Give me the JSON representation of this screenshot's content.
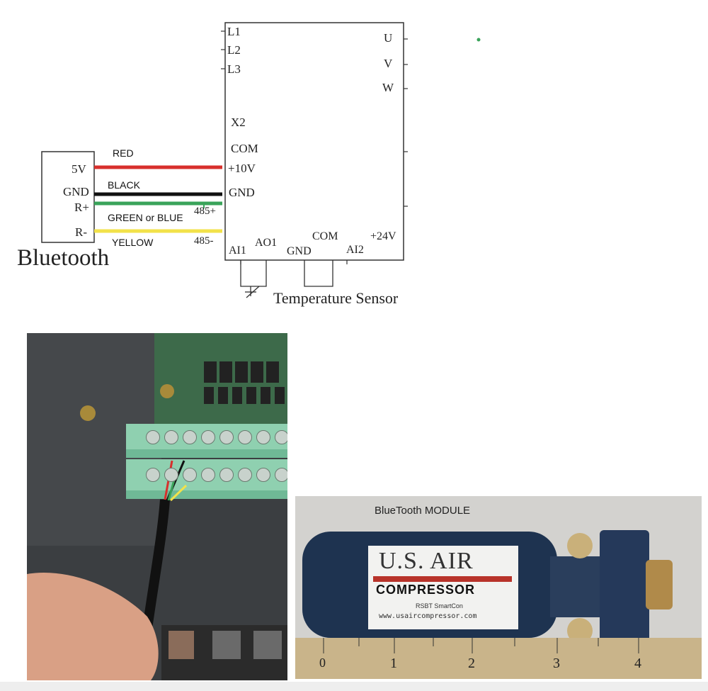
{
  "diagram": {
    "drive_left_terminals": [
      "L1",
      "L2",
      "L3"
    ],
    "drive_right_terminals": [
      "U",
      "V",
      "W"
    ],
    "drive_control_terminals": [
      "X2",
      "COM",
      "+10V",
      "GND"
    ],
    "drive_bottom_terminals": [
      "AI1",
      "AO1",
      "GND",
      "COM",
      "AI2",
      "+24V"
    ],
    "label_485_plus": "485+",
    "label_485_minus": "485-",
    "bluetooth_pins": [
      "5V",
      "GND",
      "R+",
      "R-"
    ],
    "bluetooth_title": "Bluetooth",
    "wires": [
      {
        "label": "RED",
        "color": "#d8302c"
      },
      {
        "label": "BLACK",
        "color": "#111111"
      },
      {
        "label": "GREEN or BLUE",
        "color": "#3aa35a"
      },
      {
        "label": "YELLOW",
        "color": "#f2e24a"
      }
    ],
    "temp_sensor_label": "Temperature Sensor"
  },
  "photos": {
    "module_caption": "BlueTooth MODULE",
    "label_line1": "U.S. AIR",
    "label_line2": "COMPRESSOR",
    "label_line3": "RSBT SmartCon",
    "label_line4": "www.usaircompressor.com",
    "ruler_numbers": [
      "0",
      "1",
      "2",
      "3",
      "4"
    ]
  }
}
